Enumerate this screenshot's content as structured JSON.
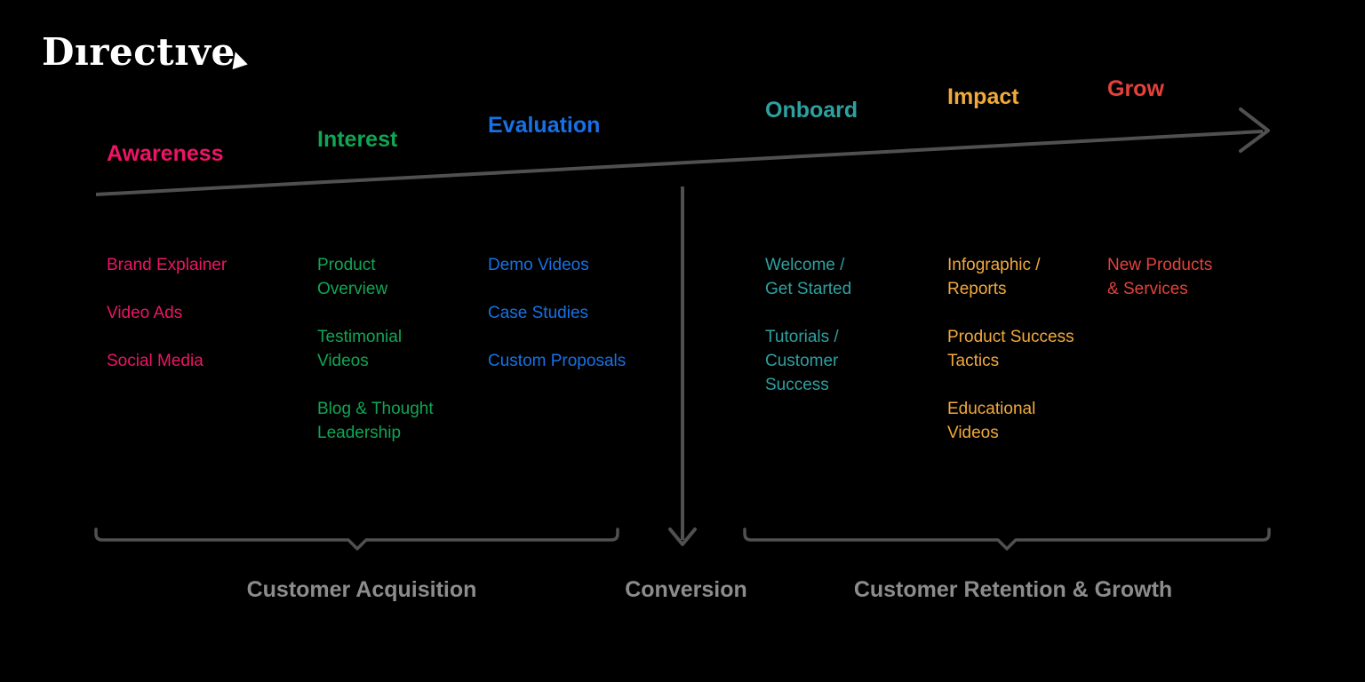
{
  "logo": {
    "text": "Dırectıve"
  },
  "funnel": {
    "stages": [
      {
        "label": "Awareness",
        "color": "#EE1465",
        "items": [
          "Brand Explainer",
          "Video Ads",
          "Social Media"
        ]
      },
      {
        "label": "Interest",
        "color": "#10A653",
        "items": [
          "Product\nOverview",
          "Testimonial\nVideos",
          "Blog & Thought\nLeadership"
        ]
      },
      {
        "label": "Evaluation",
        "color": "#1771E6",
        "items": [
          "Demo Videos",
          "Case Studies",
          "Custom Proposals"
        ]
      },
      {
        "label": "Onboard",
        "color": "#2FA0A0",
        "items": [
          "Welcome /\nGet Started",
          "Tutorials /\nCustomer\nSuccess"
        ]
      },
      {
        "label": "Impact",
        "color": "#F2A93C",
        "items": [
          "Infographic /\nReports",
          "Product Success\nTactics",
          "Educational\nVideos"
        ]
      },
      {
        "label": "Grow",
        "color": "#E2423A",
        "items": [
          "New Products\n& Services"
        ]
      }
    ]
  },
  "phases": {
    "acquisition": "Customer Acquisition",
    "conversion": "Conversion",
    "retention": "Customer Retention & Growth"
  },
  "colors": {
    "background": "#000000",
    "line": "#505050",
    "phase_label": "#8C8C8C",
    "logo": "#FFFFFF"
  }
}
